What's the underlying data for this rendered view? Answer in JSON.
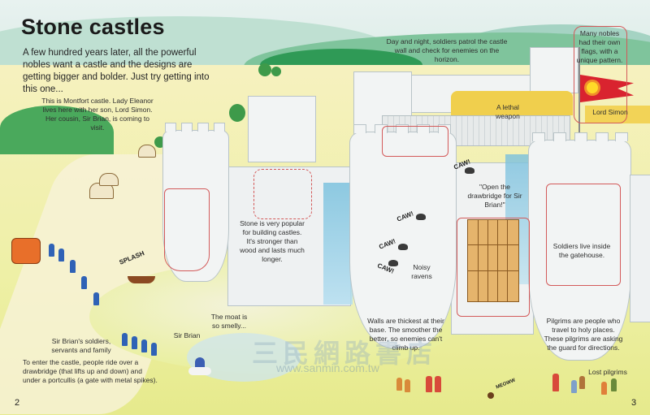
{
  "page": {
    "title": "Stone castles",
    "intro": "A few hundred years later, all the powerful nobles want a castle and the designs are getting bigger and bolder. Just try getting into this one...",
    "page_left": "2",
    "page_right": "3"
  },
  "captions": {
    "montfort": "This is Montfort castle. Lady Eleanor lives here with her son, Lord Simon. Her cousin, Sir Brian, is coming to visit.",
    "patrol": "Day and night, soldiers patrol the castle wall and check for enemies on the horizon.",
    "flags": "Many nobles had their own flags, with a unique pattern.",
    "lethal": "A lethal weapon",
    "lord_simon": "Lord Simon",
    "stone": "Stone is very popular for building castles. It's stronger than wood and lasts much longer.",
    "drawbridge": "\"Open the drawbridge for Sir Brian!\"",
    "soldiers_gatehouse": "Soldiers live inside the gatehouse.",
    "ravens": "Noisy ravens",
    "walls": "Walls are thickest at their base. The smoother the better, so enemies can't climb up.",
    "pilgrims": "Pilgrims are people who travel to holy places. These pilgrims are asking the guard for directions.",
    "lost_pilgrims": "Lost pilgrims",
    "moat": "The moat is so smelly...",
    "sir_brian": "Sir Brian",
    "entourage": "Sir Brian's soldiers, servants and family",
    "enter": "To enter the castle, people ride over a drawbridge (that lifts up and down) and under a portcullis (a gate with metal spikes).",
    "splash": "SPLASH",
    "caw": "CAW!",
    "meow": "MEOWW"
  },
  "watermark": {
    "chinese": "三民網路書店",
    "url": "www.sanmin.com.tw"
  },
  "colors": {
    "callout_red": "#d35a5a",
    "flag_red": "#d9232f",
    "flag_sun": "#ffd928",
    "thatch": "#f0cf4d",
    "door_wood": "#e5b46c"
  }
}
